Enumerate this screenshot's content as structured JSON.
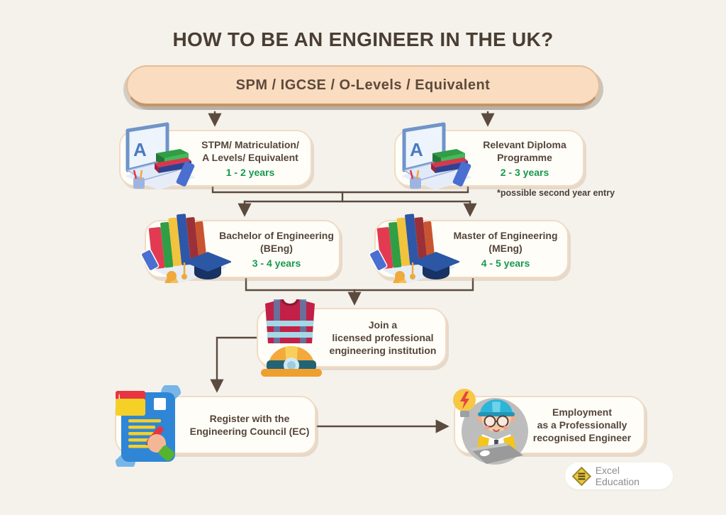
{
  "page": {
    "title": "HOW TO BE AN ENGINEER IN THE UK?"
  },
  "start": {
    "label": "SPM / IGCSE / O-Levels / Equivalent"
  },
  "nodes": {
    "stpm": {
      "line1": "STPM/ Matriculation/",
      "line2": "A Levels/ Equivalent",
      "years": "1 - 2 years"
    },
    "diploma": {
      "line1": "Relevant Diploma",
      "line2": "Programme",
      "years": "2 - 3 years"
    },
    "beng": {
      "line1": "Bachelor of Engineering",
      "line2": "(BEng)",
      "years": "3 - 4 years"
    },
    "meng": {
      "line1": "Master of Engineering",
      "line2": "(MEng)",
      "years": "4 - 5 years"
    },
    "join": {
      "line1": "Join a",
      "line2": "licensed professional",
      "line3": "engineering institution"
    },
    "register": {
      "line1": "Register with the",
      "line2": "Engineering Council (EC)"
    },
    "employment": {
      "line1": "Employment",
      "line2": "as a Professionally",
      "line3": "recognised Engineer"
    }
  },
  "note": {
    "text": "*possible second year entry"
  },
  "footer": {
    "brand": "Excel Education"
  },
  "icons": {
    "screen_letter": "A"
  },
  "colors": {
    "background": "#f5f2ec",
    "pill_fill": "#fadcc0",
    "pill_border": "#e3bd96",
    "card_fill": "#fffdf8",
    "card_border": "#f0dcc4",
    "text": "#55453a",
    "green": "#17994e",
    "line": "#5b4a3e"
  }
}
